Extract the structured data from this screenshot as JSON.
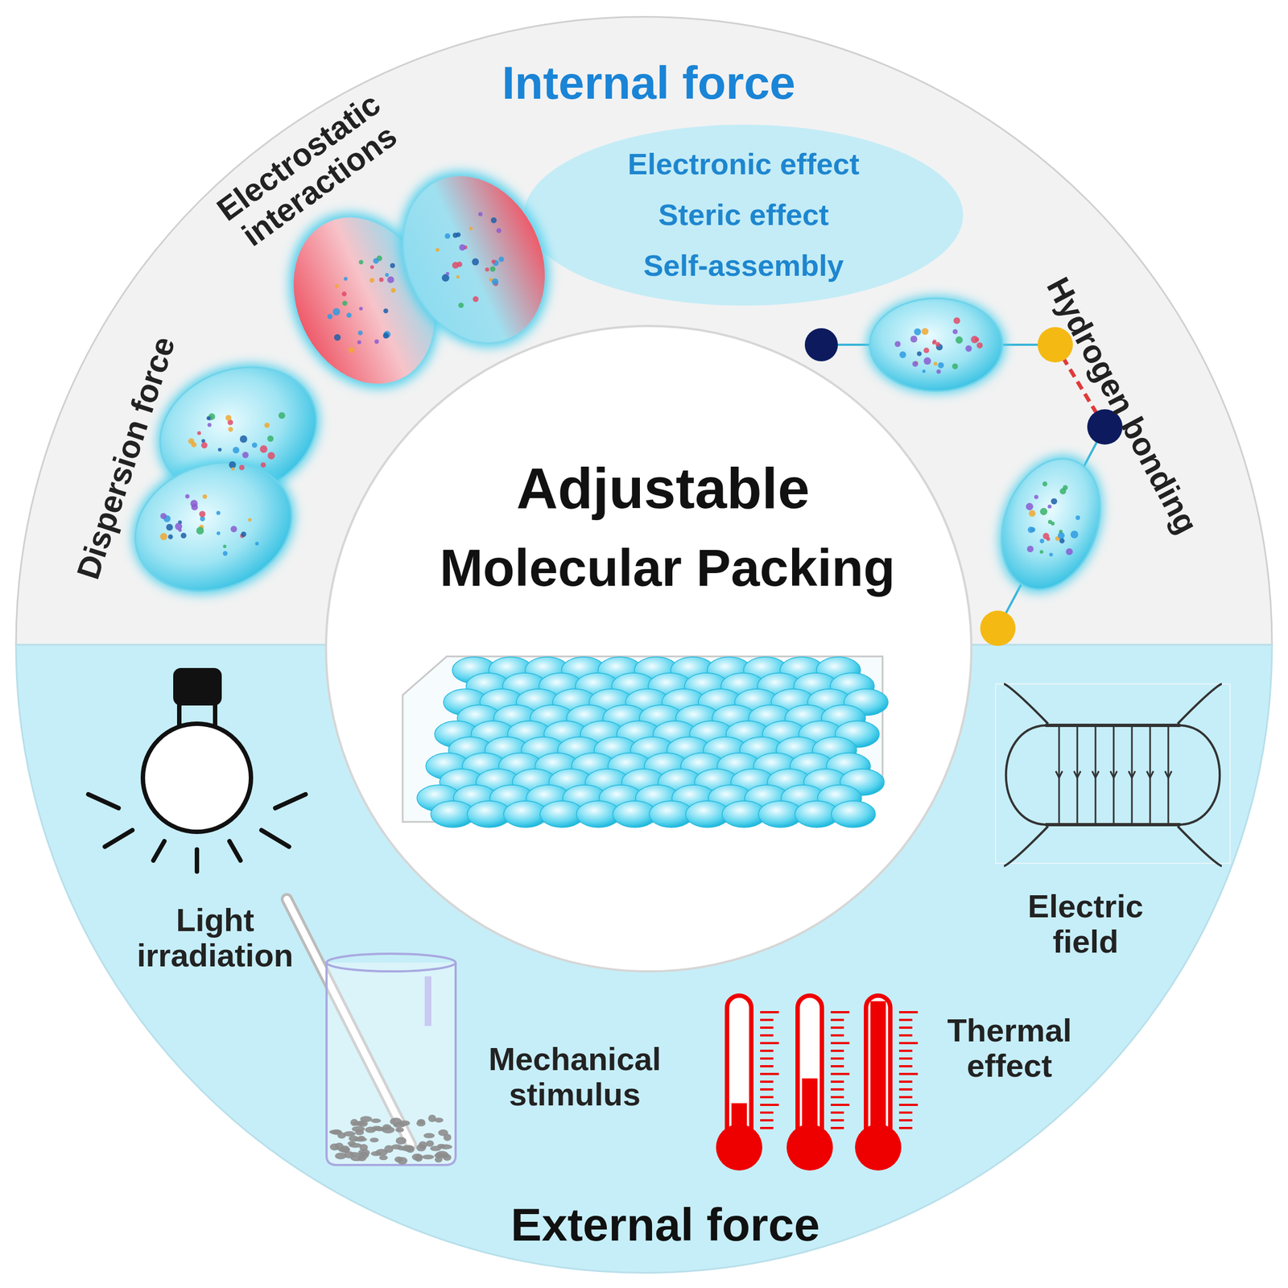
{
  "diagram": {
    "nodes": [
      {
        "text": [
          "Internal force"
        ]
      },
      {
        "text": [
          "Electronic effect",
          "Steric effect",
          "Self-assembly"
        ],
        "in": 0
      },
      {
        "text": [
          "External force"
        ]
      },
      {
        "text": [
          "Adjustable",
          "Molecular Packing"
        ]
      }
    ],
    "labels": [
      "Electrostatic interactions",
      "Dispersion force",
      "Hydrogen bonding",
      "Light irradiation",
      "Mechanical stimulus",
      "Thermal effect",
      "Electric field"
    ]
  }
}
